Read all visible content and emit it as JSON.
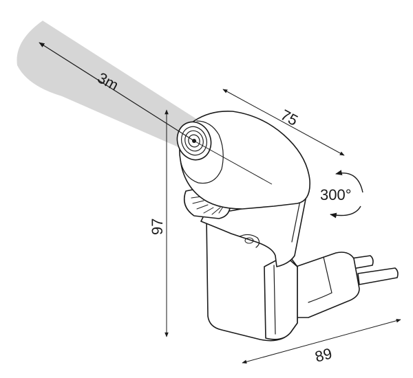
{
  "dimensions": {
    "range": "3m",
    "depth": "75",
    "rotation": "300°",
    "height": "97",
    "width": "89"
  },
  "colors": {
    "beam": "#d6d6d6",
    "outline": "#1a1a1a",
    "body": "#ffffff"
  }
}
